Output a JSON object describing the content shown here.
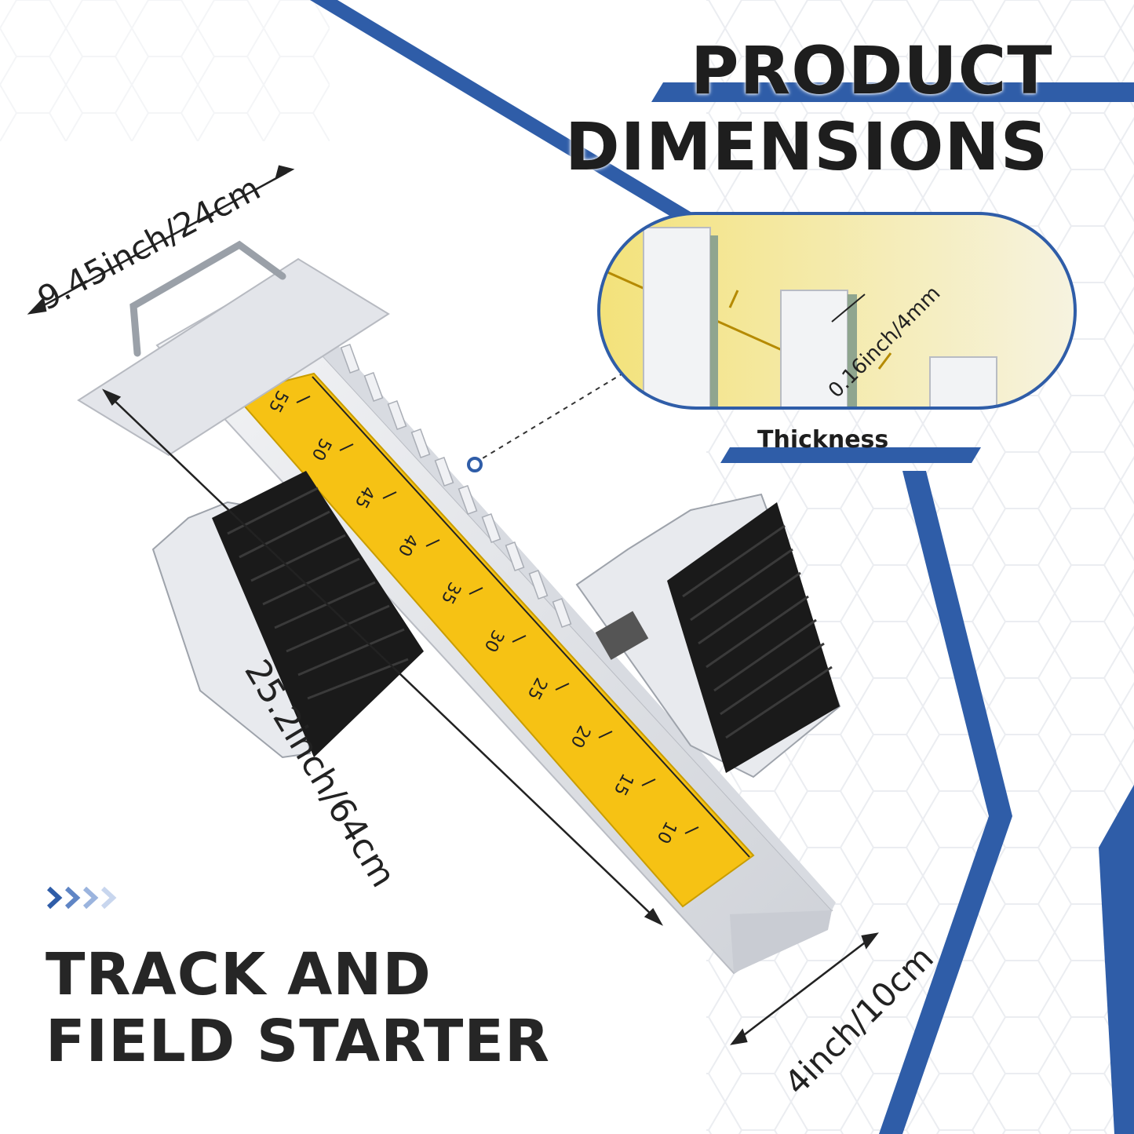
{
  "title": {
    "line1": "PRODUCT",
    "line2": "DIMENSIONS"
  },
  "subtitle": {
    "line1": "TRACK AND",
    "line2": "FIELD STARTER"
  },
  "dimensions": {
    "width": "9.45inch/24cm",
    "length": "25.2inch/64cm",
    "depth": "4inch/10cm",
    "thickness": "0.16inch/4mm"
  },
  "detail_label": "Thickness",
  "ruler_marks": [
    "55",
    "50",
    "45",
    "40",
    "35",
    "30",
    "25",
    "20",
    "15",
    "10"
  ],
  "colors": {
    "brand_blue": "#2f5da8",
    "ruler_yellow": "#f6c214",
    "pad_black": "#1a1a1a",
    "metal": "#e4e6ea",
    "text_dark": "#1e1e1e"
  },
  "icons": {
    "chevrons": "triple-chevron-right-icon"
  }
}
